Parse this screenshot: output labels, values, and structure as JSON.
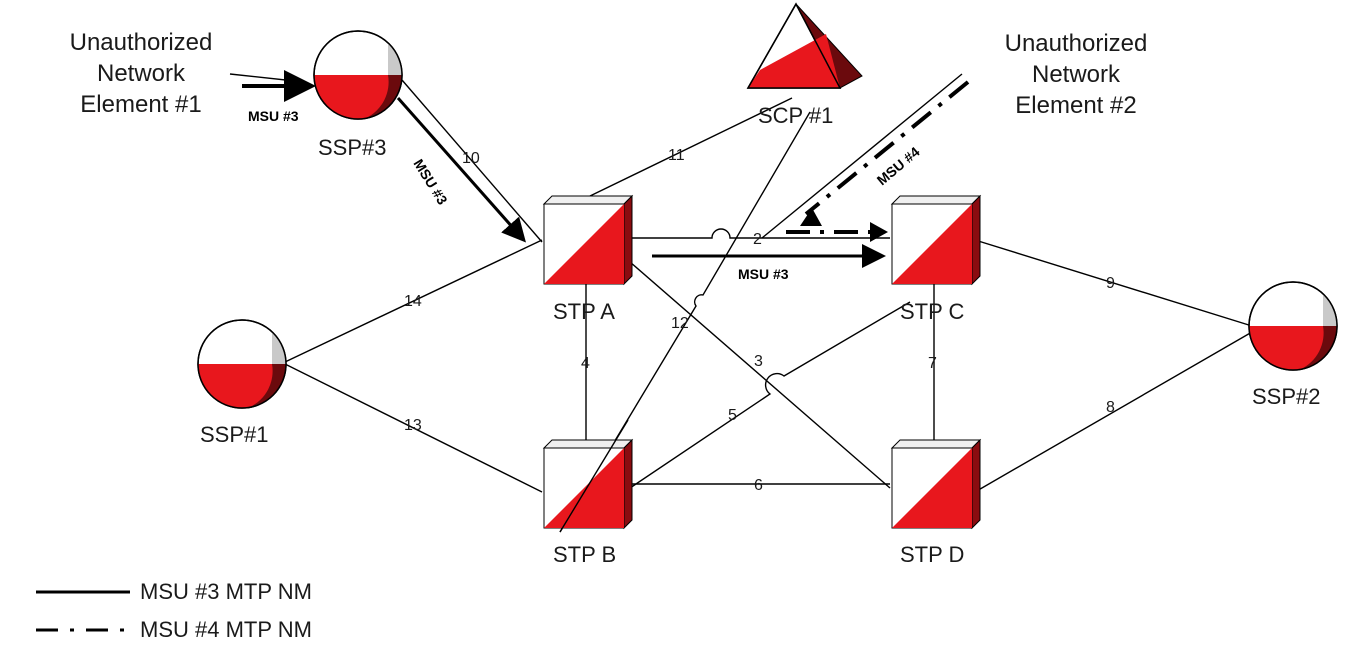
{
  "nodes": {
    "ssp1": "SSP#1",
    "ssp2": "SSP#2",
    "ssp3": "SSP#3",
    "scp1": "SCP #1",
    "stp_a": "STP A",
    "stp_b": "STP B",
    "stp_c": "STP C",
    "stp_d": "STP D"
  },
  "unauthorized": {
    "ne1": [
      "Unauthorized",
      "Network",
      "Element #1"
    ],
    "ne2": [
      "Unauthorized",
      "Network",
      "Element #2"
    ]
  },
  "links": [
    "2",
    "3",
    "4",
    "5",
    "6",
    "7",
    "8",
    "9",
    "10",
    "11",
    "12",
    "13",
    "14"
  ],
  "messages": {
    "msu3_in": "MSU #3",
    "msu3_diag": "MSU #3",
    "msu3_ac": "MSU #3",
    "msu4": "MSU #4"
  },
  "legend": {
    "solid": "MSU #3 MTP NM",
    "dashdot": "MSU #4 MTP NM"
  },
  "colors": {
    "red": "#e8171d",
    "dark_red": "#6b0a0d",
    "face_white": "#ffffff",
    "side_gray": "#c9c9c9"
  }
}
